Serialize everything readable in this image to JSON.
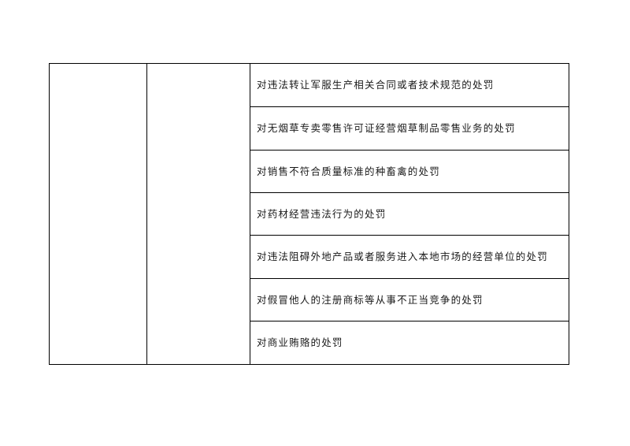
{
  "table": {
    "col1_text": "",
    "col2_text": "",
    "items": [
      "对违法转让军服生产相关合同或者技术规范的处罚",
      "对无烟草专卖零售许可证经营烟草制品零售业务的处罚",
      "对销售不符合质量标准的种畜禽的处罚",
      "对药材经营违法行为的处罚",
      "对违法阻碍外地产品或者服务进入本地市场的经营单位的处罚",
      "对假冒他人的注册商标等从事不正当竞争的处罚",
      "对商业贿赂的处罚"
    ]
  }
}
